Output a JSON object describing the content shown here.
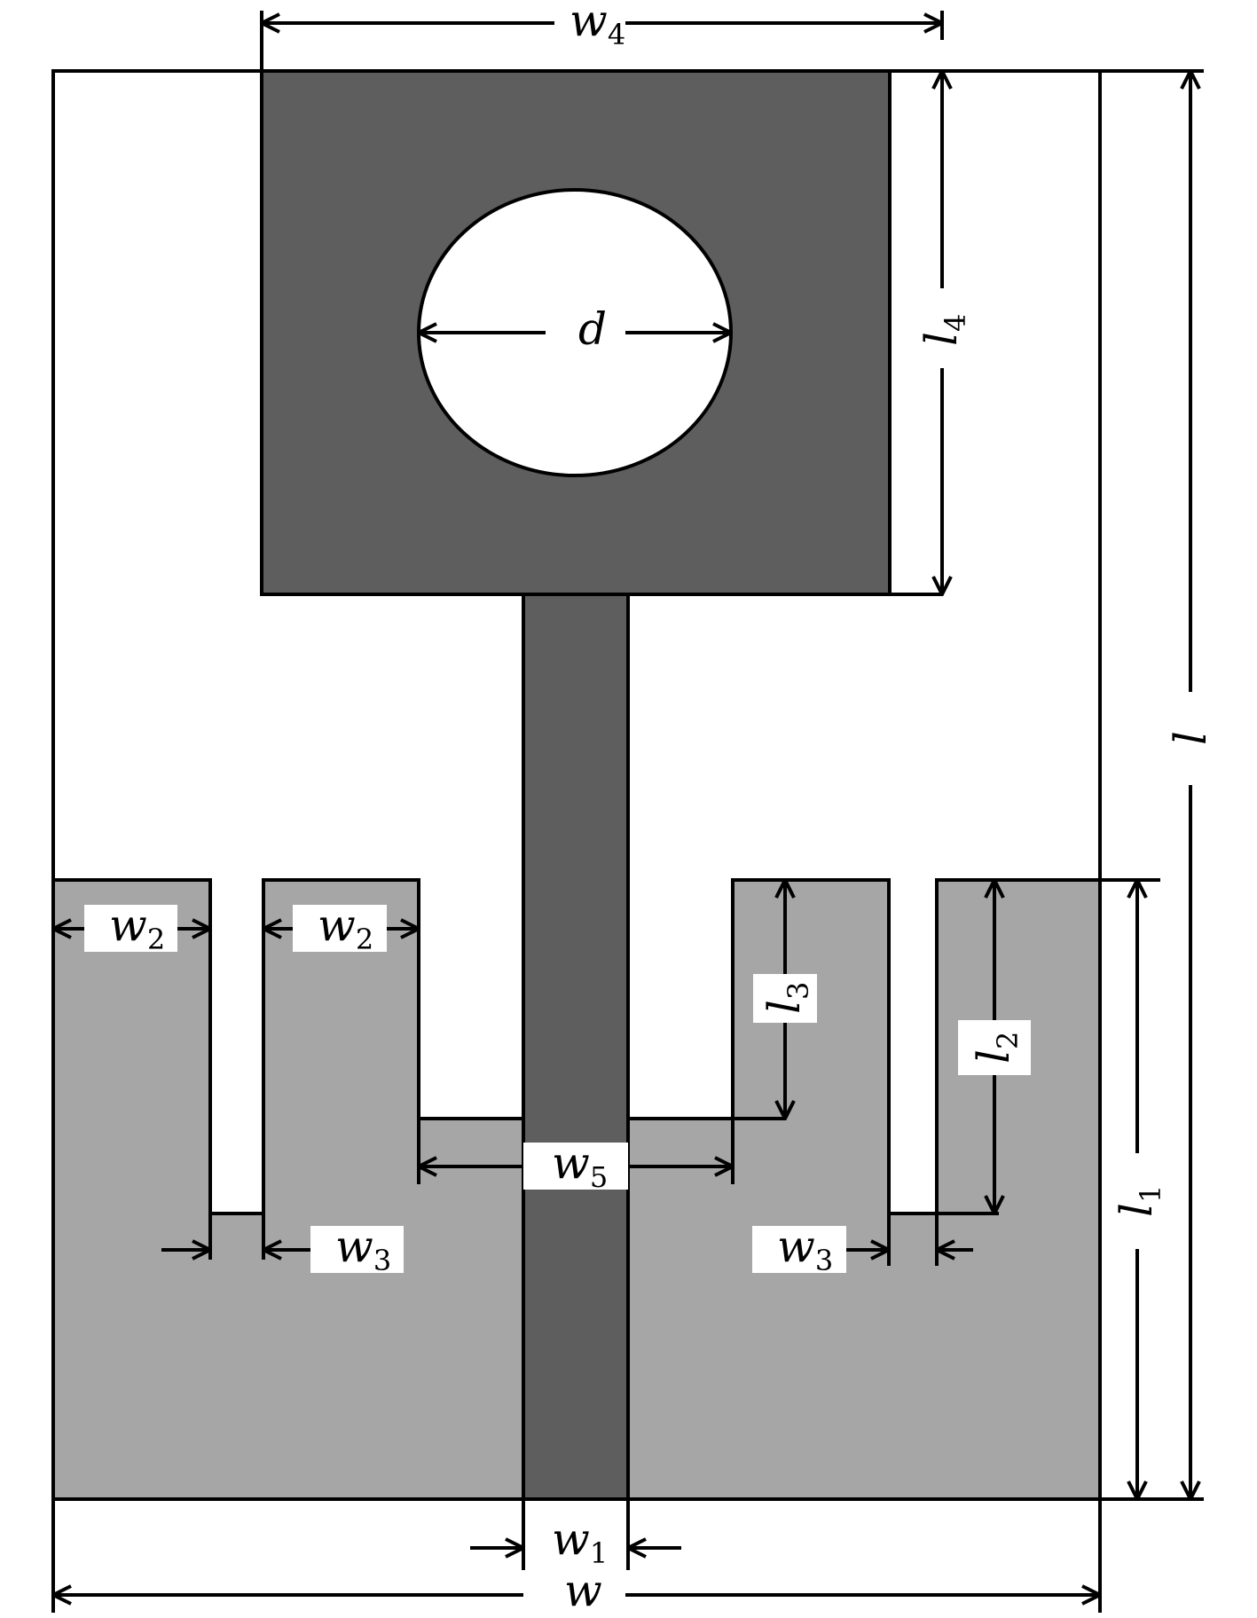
{
  "labels": {
    "w": {
      "main": "w",
      "sub": ""
    },
    "w1": {
      "main": "w",
      "sub": "1"
    },
    "w2a": {
      "main": "w",
      "sub": "2"
    },
    "w2b": {
      "main": "w",
      "sub": "2"
    },
    "w3a": {
      "main": "w",
      "sub": "3"
    },
    "w3b": {
      "main": "w",
      "sub": "3"
    },
    "w4": {
      "main": "w",
      "sub": "4"
    },
    "w5": {
      "main": "w",
      "sub": "5"
    },
    "l": {
      "main": "l",
      "sub": ""
    },
    "l1": {
      "main": "l",
      "sub": "1"
    },
    "l2": {
      "main": "l",
      "sub": "2"
    },
    "l3": {
      "main": "l",
      "sub": "3"
    },
    "l4": {
      "main": "l",
      "sub": "4"
    },
    "d": {
      "main": "d",
      "sub": ""
    }
  },
  "colors": {
    "patch": "#5e5e5e",
    "ground": "#a6a6a6",
    "background": "#ffffff",
    "line": "#000000"
  }
}
